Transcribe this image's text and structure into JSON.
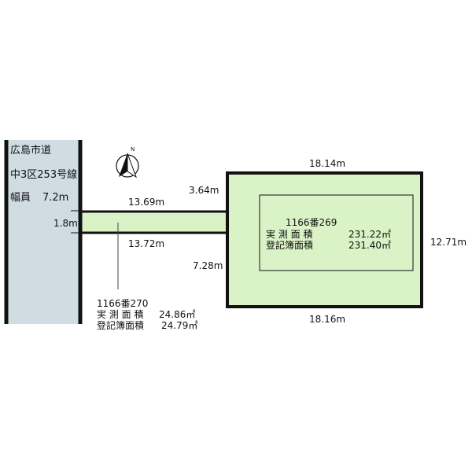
{
  "road": {
    "line1": "広島市道",
    "line2": "中3区253号線",
    "line3_label": "幅員",
    "line3_value": "7.2m"
  },
  "colors": {
    "road_fill": "#cfdde3",
    "lot_fill": "#d9f2c6",
    "outline": "#111111"
  },
  "dimensions": {
    "strip_width": "1.8m",
    "strip_top": "13.69m",
    "strip_bottom": "13.72m",
    "main_top": "18.14m",
    "main_bottom": "18.16m",
    "main_right": "12.71m",
    "main_left_upper": "3.64m",
    "main_left_lower": "7.28m"
  },
  "lot_main": {
    "number": "1166番269",
    "measured_label": "実 測 面 積",
    "measured_value": "231.22㎡",
    "registered_label": "登記簿面積",
    "registered_value": "231.40㎡"
  },
  "lot_strip": {
    "number": "1166番270",
    "measured_label": "実 測 面 積",
    "measured_value": "24.86㎡",
    "registered_label": "登記簿面積",
    "registered_value": "24.79㎡"
  },
  "compass": {
    "label": "N",
    "icon": "north-arrow-icon"
  }
}
